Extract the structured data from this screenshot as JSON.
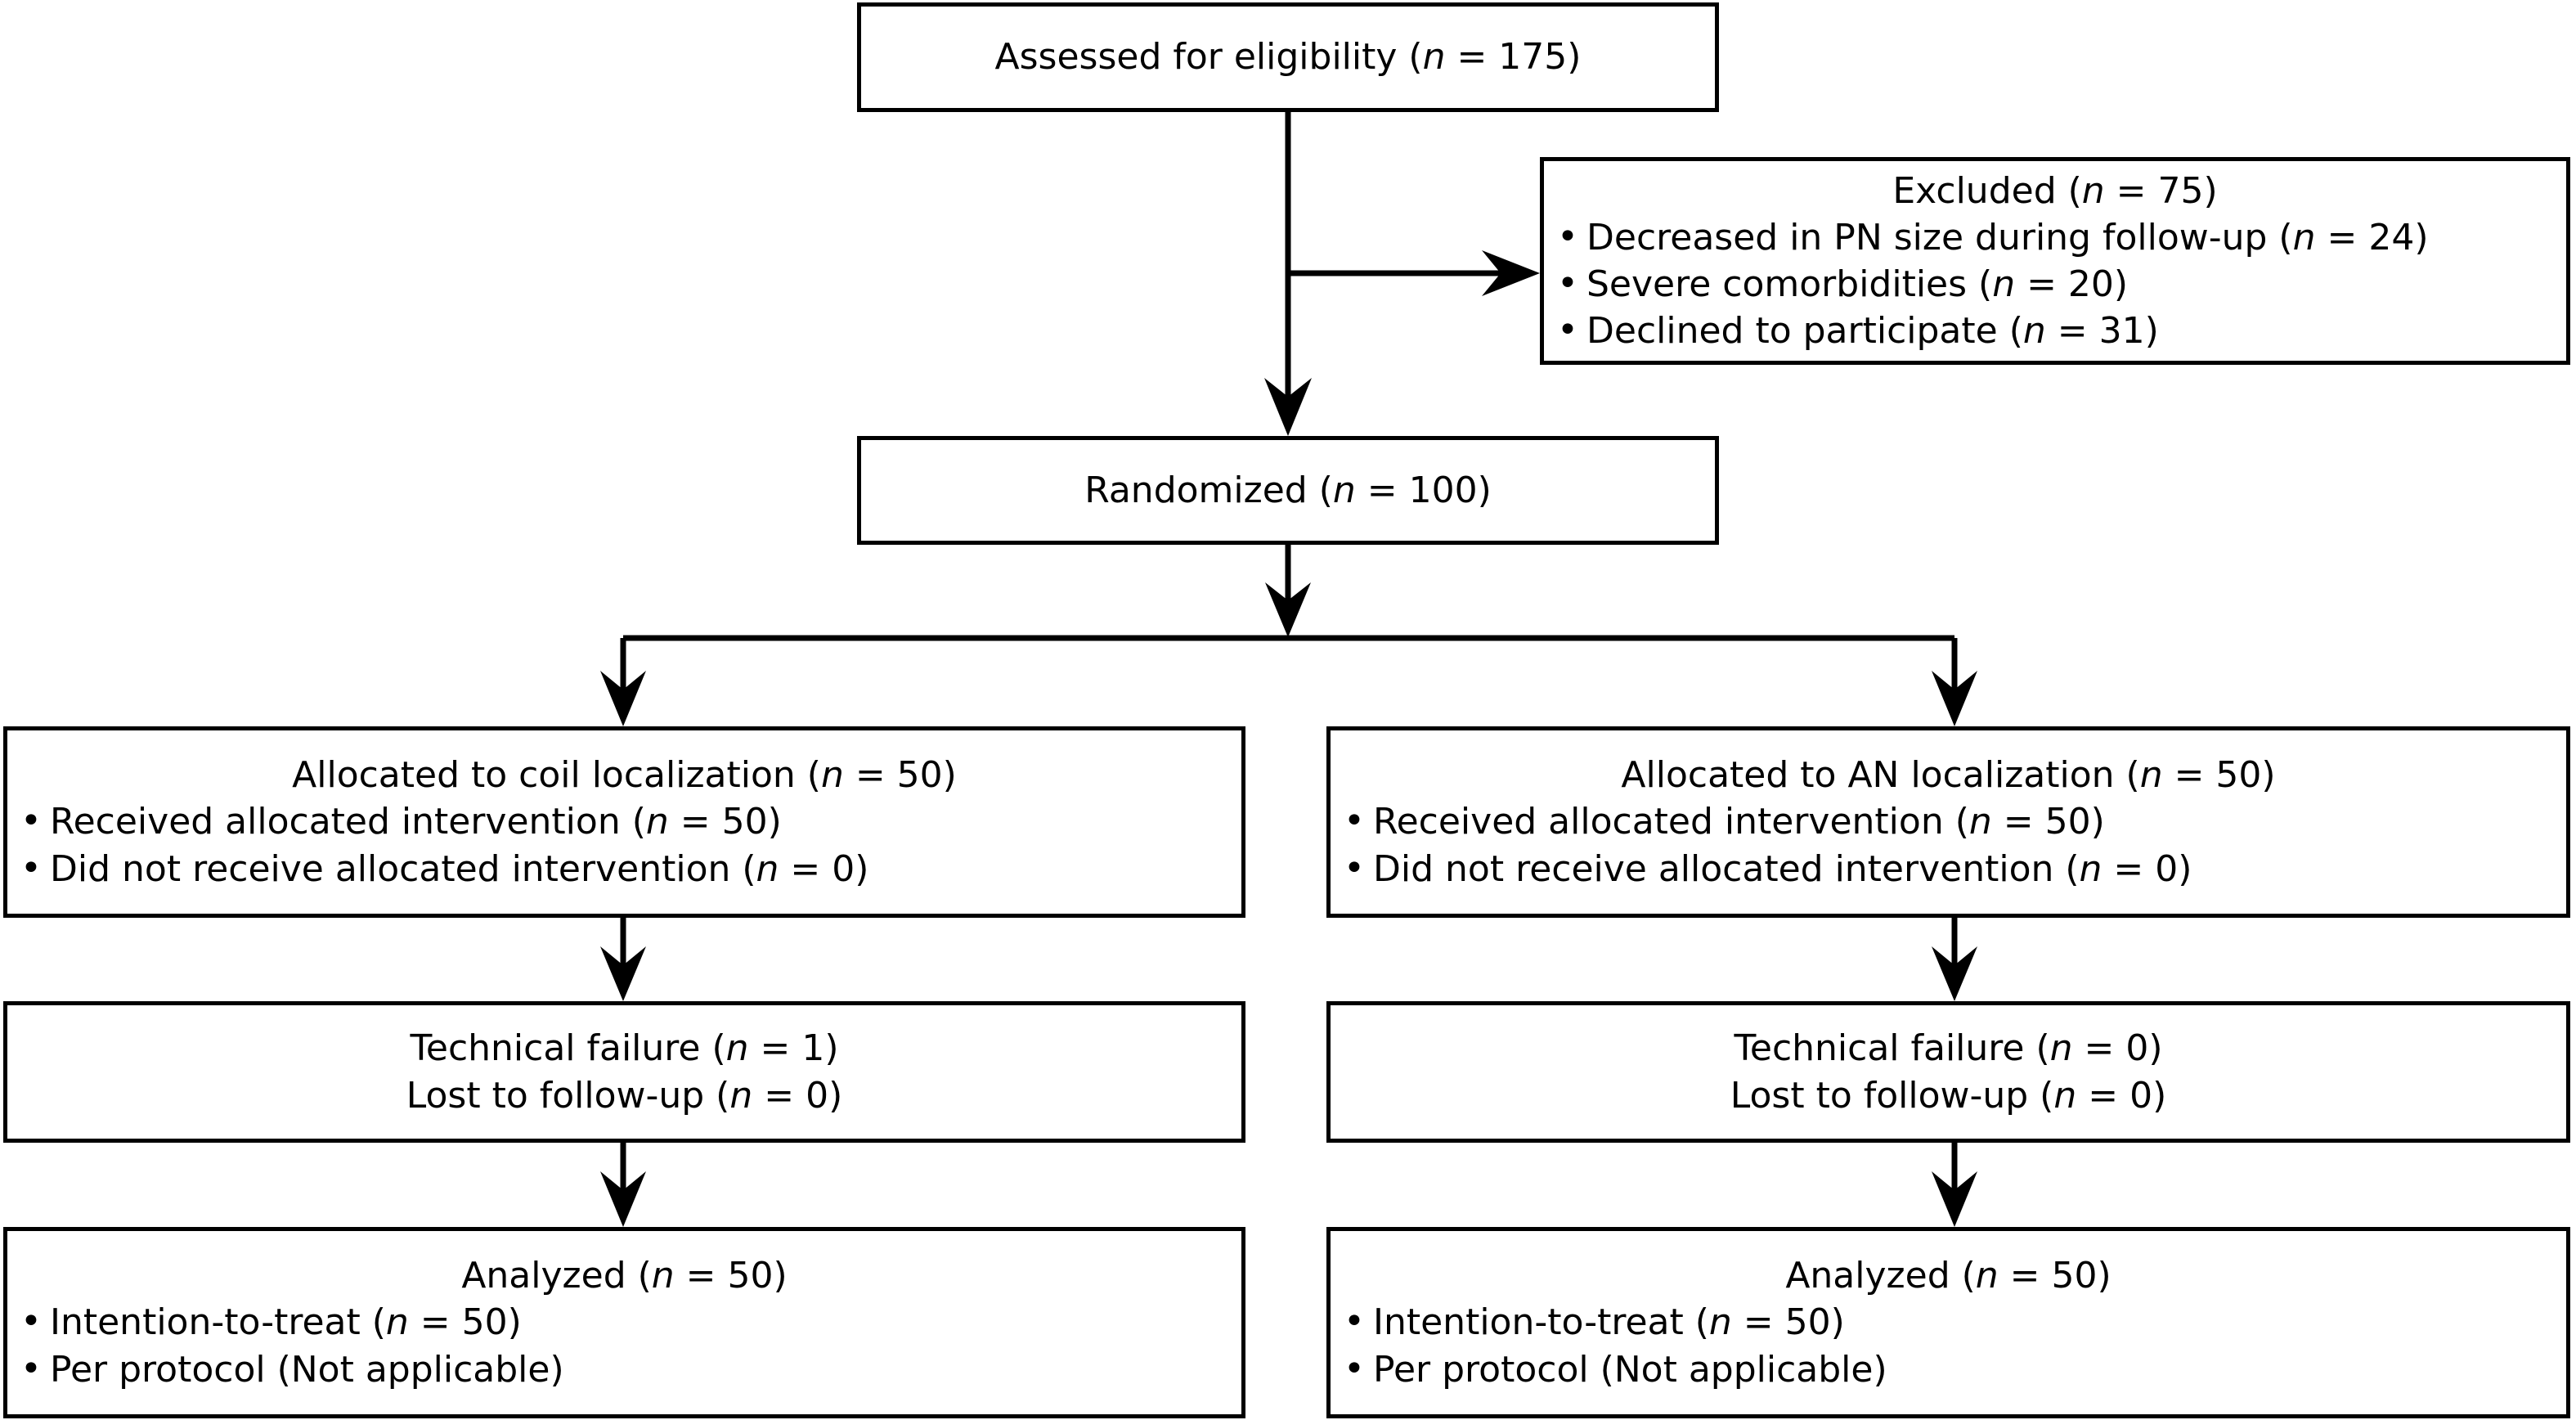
{
  "diagram": {
    "title": "CONSORT participant flow diagram",
    "type": "flowchart",
    "n_label": "n",
    "colors": {
      "stroke": "#000000",
      "background": "#ffffff",
      "text": "#000000"
    }
  },
  "nodes": {
    "assessed": {
      "heading": "Assessed for eligibility (",
      "heading_italic": "n",
      "heading_tail": " = 175)",
      "full_text": "Assessed for eligibility (n = 175)"
    },
    "excluded": {
      "heading_lead": "Excluded (",
      "heading_italic": "n",
      "heading_tail": " = 75)",
      "full_text": "Excluded (n = 75)",
      "items": [
        {
          "lead": "Decreased in PN size during follow-up (",
          "italic": "n",
          "tail": " = 24)",
          "full_text": "Decreased in PN size during follow-up (n = 24)"
        },
        {
          "lead": "Severe comorbidities (",
          "italic": "n",
          "tail": " = 20)",
          "full_text": "Severe comorbidities (n = 20)"
        },
        {
          "lead": "Declined to participate (",
          "italic": "n",
          "tail": " = 31)",
          "full_text": "Declined to participate (n = 31)"
        }
      ]
    },
    "randomized": {
      "heading_lead": "Randomized (",
      "heading_italic": "n",
      "heading_tail": " = 100)",
      "full_text": "Randomized (n = 100)"
    },
    "allocated_left": {
      "heading_lead": "Allocated to coil localization (",
      "heading_italic": "n",
      "heading_tail": " = 50)",
      "full_text": "Allocated to coil localization (n = 50)",
      "items": [
        {
          "lead": "Received allocated intervention (",
          "italic": "n",
          "tail": " = 50)",
          "full_text": "Received allocated intervention (n = 50)"
        },
        {
          "lead": "Did not receive allocated intervention (",
          "italic": "n",
          "tail": " = 0)",
          "full_text": "Did not receive allocated intervention (n = 0)"
        }
      ]
    },
    "allocated_right": {
      "heading_lead": "Allocated to AN localization (",
      "heading_italic": "n",
      "heading_tail": " = 50)",
      "full_text": "Allocated to AN localization (n = 50)",
      "items": [
        {
          "lead": "Received allocated intervention (",
          "italic": "n",
          "tail": " = 50)",
          "full_text": "Received allocated intervention (n = 50)"
        },
        {
          "lead": "Did not receive allocated intervention (",
          "italic": "n",
          "tail": " = 0)",
          "full_text": "Did not receive allocated intervention (n = 0)"
        }
      ]
    },
    "followup_left": {
      "lines": [
        {
          "lead": "Technical failure (",
          "italic": "n",
          "tail": " = 1)",
          "full_text": "Technical failure (n = 1)"
        },
        {
          "lead": "Lost to follow-up (",
          "italic": "n",
          "tail": " = 0)",
          "full_text": "Lost to follow-up (n = 0)"
        }
      ]
    },
    "followup_right": {
      "lines": [
        {
          "lead": "Technical failure (",
          "italic": "n",
          "tail": " = 0)",
          "full_text": "Technical failure (n = 0)"
        },
        {
          "lead": "Lost to follow-up (",
          "italic": "n",
          "tail": " = 0)",
          "full_text": "Lost to follow-up (n = 0)"
        }
      ]
    },
    "analyzed_left": {
      "heading_lead": "Analyzed (",
      "heading_italic": "n",
      "heading_tail": " = 50)",
      "full_text": "Analyzed (n = 50)",
      "items": [
        {
          "lead": "Intention-to-treat (",
          "italic": "n",
          "tail": " = 50)",
          "full_text": "Intention-to-treat (n = 50)"
        },
        {
          "lead": "Per protocol (Not applicable)",
          "italic": "",
          "tail": "",
          "full_text": "Per protocol (Not applicable)"
        }
      ]
    },
    "analyzed_right": {
      "heading_lead": "Analyzed (",
      "heading_italic": "n",
      "heading_tail": " = 50)",
      "full_text": "Analyzed (n = 50)",
      "items": [
        {
          "lead": "Intention-to-treat (",
          "italic": "n",
          "tail": " = 50)",
          "full_text": "Intention-to-treat (n = 50)"
        },
        {
          "lead": "Per protocol (Not applicable)",
          "italic": "",
          "tail": "",
          "full_text": "Per protocol (Not applicable)"
        }
      ]
    }
  },
  "connectors": [
    {
      "name": "assessed-to-randomized",
      "kind": "vertical-arrow"
    },
    {
      "name": "assessed-to-excluded",
      "kind": "horizontal-arrow"
    },
    {
      "name": "randomized-to-split",
      "kind": "vertical-arrow"
    },
    {
      "name": "split-bar",
      "kind": "horizontal-bar"
    },
    {
      "name": "split-to-allocated-left",
      "kind": "vertical-arrow"
    },
    {
      "name": "split-to-allocated-right",
      "kind": "vertical-arrow"
    },
    {
      "name": "allocated-left-to-followup-left",
      "kind": "vertical-arrow"
    },
    {
      "name": "allocated-right-to-followup-right",
      "kind": "vertical-arrow"
    },
    {
      "name": "followup-left-to-analyzed-left",
      "kind": "vertical-arrow"
    },
    {
      "name": "followup-right-to-analyzed-right",
      "kind": "vertical-arrow"
    }
  ]
}
